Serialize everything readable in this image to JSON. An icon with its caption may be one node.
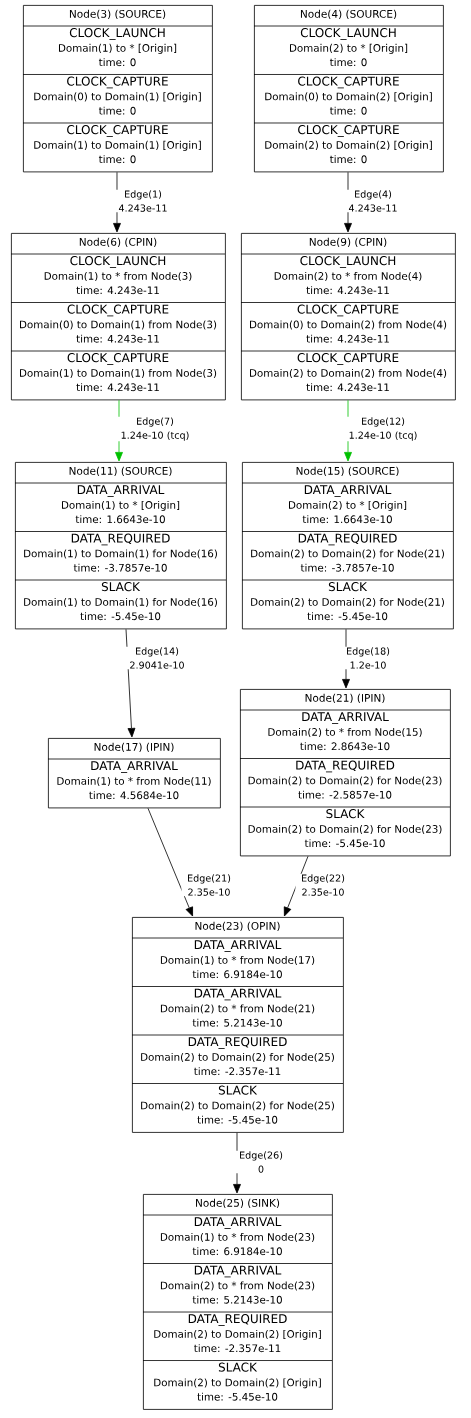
{
  "diagram": {
    "nodes": [
      {
        "text": [
          "Node(3) (SOURCE)",
          "CLOCK_LAUNCH",
          "Domain(1) to * [Origin]",
          "time: 0",
          "CLOCK_CAPTURE",
          "Domain(0) to Domain(1) [Origin]",
          "time: 0",
          "CLOCK_CAPTURE",
          "Domain(1) to Domain(1) [Origin]",
          "time: 0"
        ]
      },
      {
        "text": [
          "Node(4) (SOURCE)",
          "CLOCK_LAUNCH",
          "Domain(2) to * [Origin]",
          "time: 0",
          "CLOCK_CAPTURE",
          "Domain(0) to Domain(2) [Origin]",
          "time: 0",
          "CLOCK_CAPTURE",
          "Domain(2) to Domain(2) [Origin]",
          "time: 0"
        ]
      },
      {
        "text": [
          "Node(6) (CPIN)",
          "CLOCK_LAUNCH",
          "Domain(1) to * from Node(3)",
          "time: 4.243e-11",
          "CLOCK_CAPTURE",
          "Domain(0) to Domain(1) from Node(3)",
          "time: 4.243e-11",
          "CLOCK_CAPTURE",
          "Domain(1) to Domain(1) from Node(3)",
          "time: 4.243e-11"
        ]
      },
      {
        "text": [
          "Node(9) (CPIN)",
          "CLOCK_LAUNCH",
          "Domain(2) to * from Node(4)",
          "time: 4.243e-11",
          "CLOCK_CAPTURE",
          "Domain(0) to Domain(2) from Node(4)",
          "time: 4.243e-11",
          "CLOCK_CAPTURE",
          "Domain(2) to Domain(2) from Node(4)",
          "time: 4.243e-11"
        ]
      },
      {
        "text": [
          "Node(11) (SOURCE)",
          "DATA_ARRIVAL",
          "Domain(1) to * [Origin]",
          "time: 1.6643e-10",
          "DATA_REQUIRED",
          "Domain(1) to Domain(1) for Node(16)",
          "time: -3.7857e-10",
          "SLACK",
          "Domain(1) to Domain(1) for Node(16)",
          "time: -5.45e-10"
        ]
      },
      {
        "text": [
          "Node(15) (SOURCE)",
          "DATA_ARRIVAL",
          "Domain(2) to * [Origin]",
          "time: 1.6643e-10",
          "DATA_REQUIRED",
          "Domain(2) to Domain(2) for Node(21)",
          "time: -3.7857e-10",
          "SLACK",
          "Domain(2) to Domain(2) for Node(21)",
          "time: -5.45e-10"
        ]
      },
      {
        "text": [
          "Node(17) (IPIN)",
          "DATA_ARRIVAL",
          "Domain(1) to * from Node(11)",
          "time: 4.5684e-10"
        ]
      },
      {
        "text": [
          "Node(21) (IPIN)",
          "DATA_ARRIVAL",
          "Domain(2) to * from Node(15)",
          "time: 2.8643e-10",
          "DATA_REQUIRED",
          "Domain(2) to Domain(2) for Node(23)",
          "time: -2.5857e-10",
          "SLACK",
          "Domain(2) to Domain(2) for Node(23)",
          "time: -5.45e-10"
        ]
      },
      {
        "text": [
          "Node(23) (OPIN)",
          "DATA_ARRIVAL",
          "Domain(1) to * from Node(17)",
          "time: 6.9184e-10",
          "DATA_ARRIVAL",
          "Domain(2) to * from Node(21)",
          "time: 5.2143e-10",
          "DATA_REQUIRED",
          "Domain(2) to Domain(2) for Node(25)",
          "time: -2.357e-11",
          "SLACK",
          "Domain(2) to Domain(2) for Node(25)",
          "time: -5.45e-10"
        ]
      },
      {
        "text": [
          "Node(25) (SINK)",
          "DATA_ARRIVAL",
          "Domain(1) to * from Node(23)",
          "time: 6.9184e-10",
          "DATA_ARRIVAL",
          "Domain(2) to * from Node(23)",
          "time: 5.2143e-10",
          "DATA_REQUIRED",
          "Domain(2) to Domain(2) [Origin]",
          "time: -2.357e-11",
          "SLACK",
          "Domain(2) to Domain(2) [Origin]",
          "time: -5.45e-10"
        ]
      }
    ],
    "edges": [
      {
        "from": 0,
        "to": 2,
        "arrow": "to",
        "label": "Edge(1) 4.243e-11"
      },
      {
        "from": 1,
        "to": 3,
        "arrow": "to",
        "label": "Edge(4) 4.243e-11"
      },
      {
        "from": 2,
        "to": 4,
        "arrow": "to",
        "label": "Edge(7) 1.24e-10 (tcq)",
        "color": "#00c000"
      },
      {
        "from": 3,
        "to": 5,
        "arrow": "to",
        "label": "Edge(12) 1.24e-10 (tcq)",
        "color": "#00c000"
      },
      {
        "from": 4,
        "to": 6,
        "arrow": "to",
        "label": "Edge(14) 2.9041e-10"
      },
      {
        "from": 5,
        "to": 7,
        "arrow": "to",
        "label": "Edge(18) 1.2e-10"
      },
      {
        "from": 6,
        "to": 8,
        "arrow": "to",
        "label": "Edge(21) 2.35e-10"
      },
      {
        "from": 7,
        "to": 8,
        "arrow": "to",
        "label": "Edge(22) 2.35e-10"
      },
      {
        "from": 8,
        "to": 9,
        "arrow": "to",
        "label": "Edge(26) 0"
      }
    ]
  }
}
